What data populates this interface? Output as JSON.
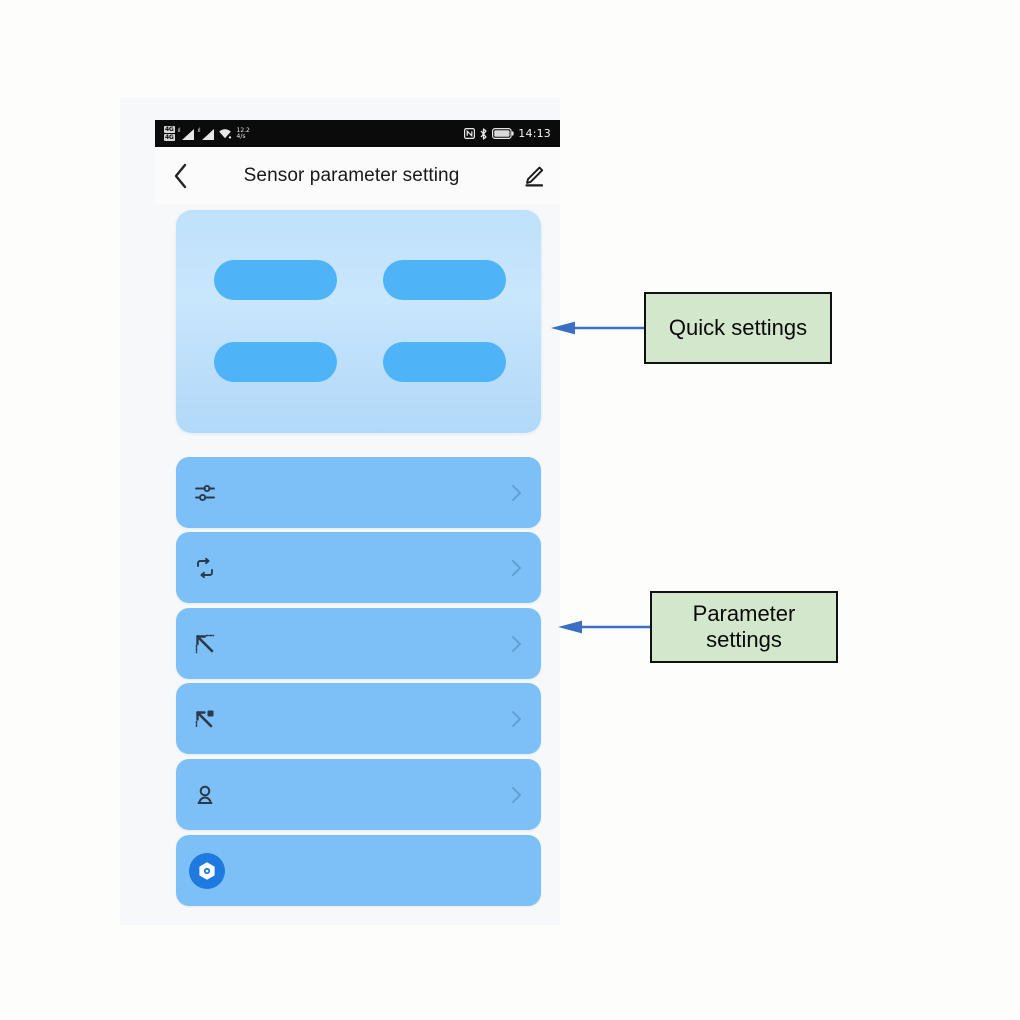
{
  "phone": {
    "status_bar": {
      "sim1_label": "4G",
      "sim2_label": "4G",
      "signal1_sup": "ıl",
      "signal2_sup": "ıl",
      "rate_up": "12.2",
      "rate_down": "4/s",
      "nfc_icon": "nfc-icon",
      "bluetooth_icon": "bluetooth-icon",
      "battery_icon": "battery-icon",
      "battery_label": "85",
      "time": "14:13"
    },
    "header": {
      "back_icon": "back-chevron-icon",
      "title": "Sensor parameter setting",
      "edit_icon": "edit-pencil-icon"
    },
    "quick_settings": {
      "card_name": "quick-settings-card",
      "pills": [
        {
          "label": ""
        },
        {
          "label": ""
        },
        {
          "label": ""
        },
        {
          "label": ""
        }
      ]
    },
    "parameter_rows": [
      {
        "icon": "sliders-tune-icon",
        "label": "",
        "chevron": true
      },
      {
        "icon": "loop-repeat-icon",
        "label": "",
        "chevron": true
      },
      {
        "icon": "diagonal-arrow-icon",
        "label": "",
        "chevron": true
      },
      {
        "icon": "diagonal-arrow-alt-icon",
        "label": "",
        "chevron": true
      },
      {
        "icon": "person-icon",
        "label": "",
        "chevron": true
      },
      {
        "icon": "gear-badge-icon",
        "label": "",
        "chevron": false
      }
    ]
  },
  "annotations": [
    {
      "id": "quick",
      "text": "Quick settings",
      "arrow": "left-arrow-icon"
    },
    {
      "id": "param",
      "text": "Parameter settings",
      "arrow": "left-arrow-icon"
    }
  ],
  "colors": {
    "callout_fill": "#d3e7cd",
    "callout_border": "#111111",
    "arrow": "#3a6fc4",
    "row_blue": "#7cc0f7",
    "pill_blue": "#4fb4f7",
    "gear_badge_blue": "#1f7ae0",
    "card_gradient_top": "#bfe1fb",
    "card_gradient_bottom": "#b2d9f9",
    "phone_bg": "#f7f8f9",
    "status_bar_bg": "#0b0b0b"
  }
}
